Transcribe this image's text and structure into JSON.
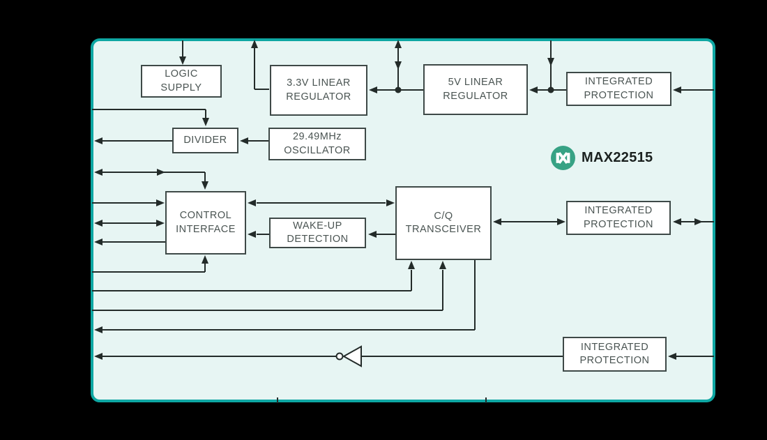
{
  "product": {
    "part_number": "MAX22515"
  },
  "blocks": {
    "logic_supply": {
      "label": "LOGIC\nSUPPLY"
    },
    "linear_regulator_3v3": {
      "label": "3.3V LINEAR\nREGULATOR"
    },
    "linear_regulator_5v": {
      "label": "5V LINEAR\nREGULATOR"
    },
    "integrated_protection_top": {
      "label": "INTEGRATED\nPROTECTION"
    },
    "divider": {
      "label": "DIVIDER"
    },
    "oscillator": {
      "label": "29.49MHz\nOSCILLATOR"
    },
    "control_interface": {
      "label": "CONTROL\nINTERFACE"
    },
    "wakeup_detection": {
      "label": "WAKE-UP\nDETECTION"
    },
    "cq_transceiver": {
      "label": "C/Q\nTRANSCEIVER"
    },
    "integrated_protection_mid": {
      "label": "INTEGRATED\nPROTECTION"
    },
    "integrated_protection_bottom": {
      "label": "INTEGRATED\nPROTECTION"
    }
  },
  "colors": {
    "bg": "#000000",
    "board_fill": "#E7F5F3",
    "board_border": "#0EA7A3",
    "block_border": "#3E4947",
    "line": "#232B29",
    "text": "#4A5452",
    "logo_green": "#37A284",
    "part_text": "#1B211F"
  }
}
